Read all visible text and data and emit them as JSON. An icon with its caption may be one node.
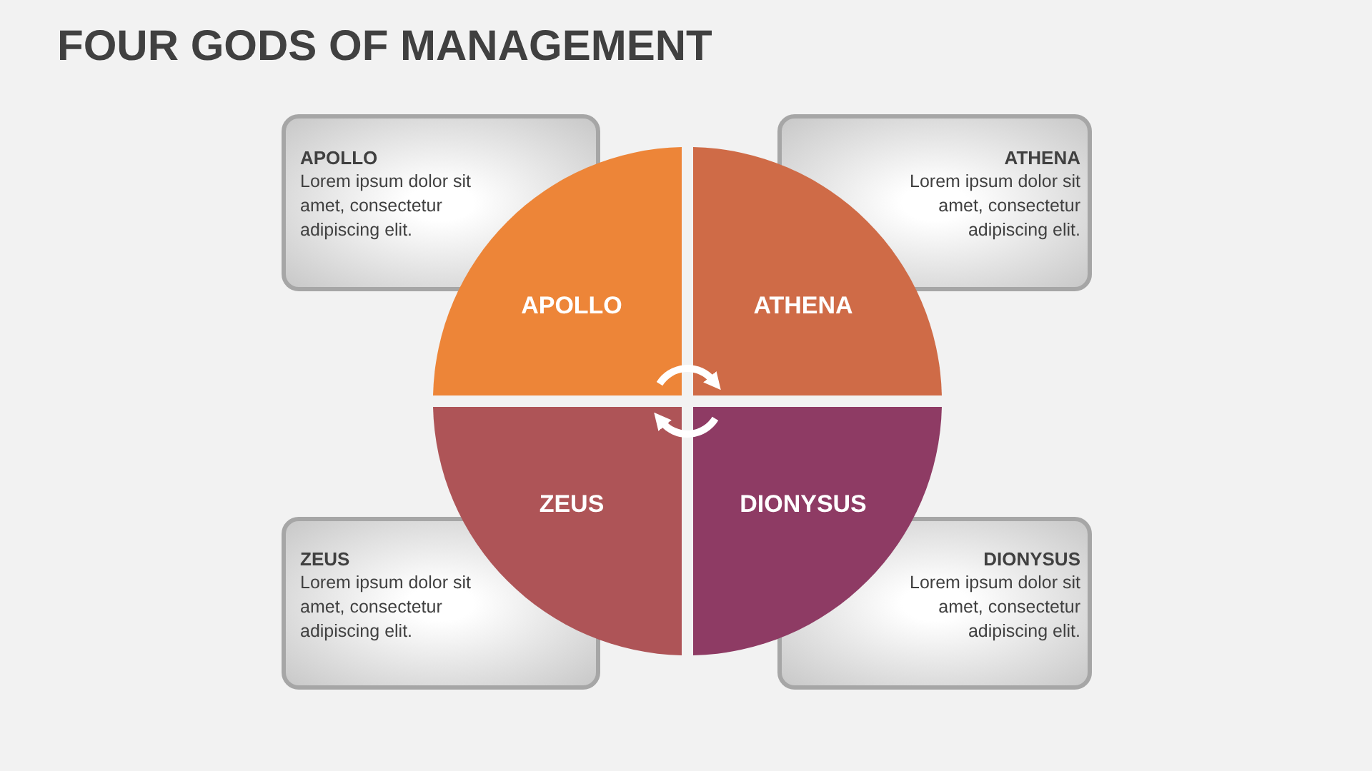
{
  "diagram": {
    "title": "FOUR GODS OF MANAGEMENT",
    "nodes": [
      {
        "text": [
          "APOLLO",
          "Lorem ipsum dolor sit amet, consectetur adipiscing elit."
        ]
      },
      {
        "text": [
          "ATHENA",
          "Lorem ipsum dolor sit amet, consectetur adipiscing elit."
        ]
      },
      {
        "text": [
          "APOLLO"
        ]
      },
      {
        "text": [
          "ATHENA"
        ]
      },
      {
        "text": [
          "ZEUS"
        ]
      },
      {
        "text": [
          "DIONYSUS"
        ]
      },
      {
        "text": [
          "ZEUS",
          "Lorem ipsum dolor sit amet, consectetur adipiscing elit."
        ]
      },
      {
        "text": [
          "DIONYSUS",
          "Lorem ipsum dolor sit amet, consectetur adipiscing elit."
        ]
      }
    ],
    "edges": [
      {
        "from": 2,
        "to": 3,
        "arrow": "to"
      },
      {
        "from": 5,
        "to": 4,
        "arrow": "to"
      }
    ]
  }
}
